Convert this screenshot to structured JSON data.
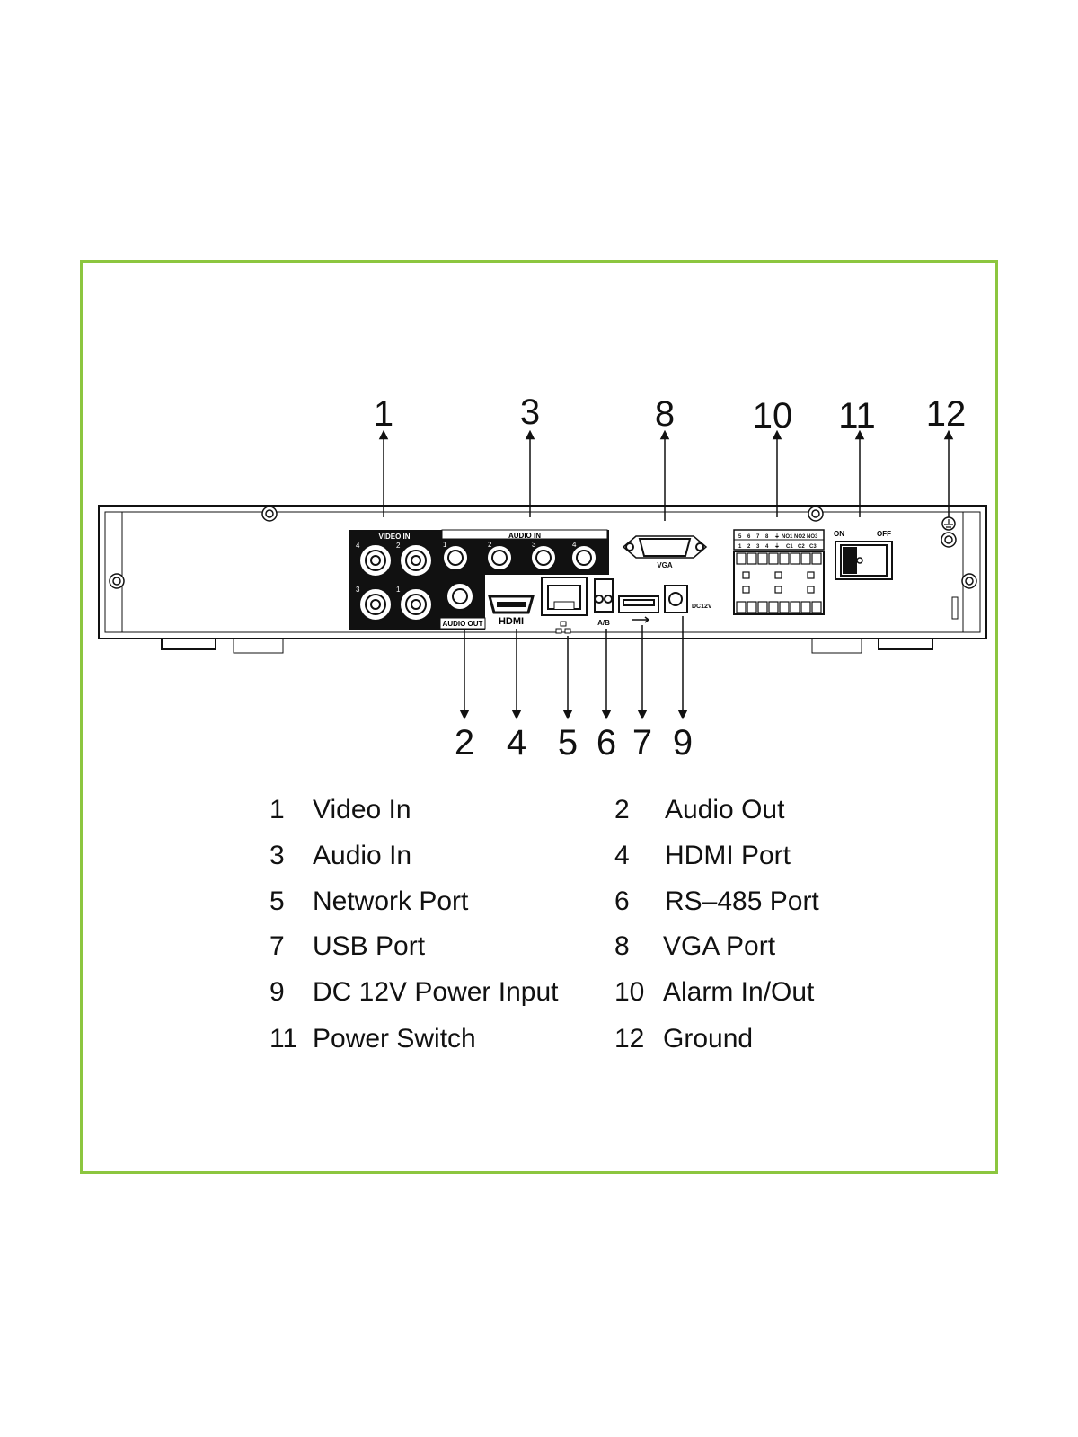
{
  "device_labels": {
    "video_in": "VIDEO IN",
    "audio_in": "AUDIO IN",
    "audio_out": "AUDIO OUT",
    "hdmi": "HDMI",
    "vga": "VGA",
    "ab": "A/B",
    "dc12v": "DC12V",
    "on": "ON",
    "off": "OFF",
    "video_ch": [
      "4",
      "2",
      "3",
      "1"
    ],
    "audio_ch": [
      "1",
      "2",
      "3",
      "4"
    ],
    "alarm_top": [
      "5",
      "6",
      "7",
      "8",
      "⏚",
      "NO1",
      "NO2",
      "NO3"
    ],
    "alarm_bottom": [
      "1",
      "2",
      "3",
      "4",
      "⏚",
      "C1",
      "C2",
      "C3"
    ]
  },
  "callouts_top": [
    "1",
    "3",
    "8",
    "10",
    "11",
    "12"
  ],
  "callouts_bottom": [
    "2",
    "4",
    "5",
    "6",
    "7",
    "9"
  ],
  "legend": {
    "left": [
      {
        "num": "1",
        "label": "Video In"
      },
      {
        "num": "3",
        "label": "Audio In"
      },
      {
        "num": "5",
        "label": "Network Port"
      },
      {
        "num": "7",
        "label": "USB Port"
      },
      {
        "num": "9",
        "label": "DC 12V Power Input"
      },
      {
        "num": "11",
        "label": "Power Switch"
      }
    ],
    "right": [
      {
        "num": "2",
        "label": "Audio Out"
      },
      {
        "num": "4",
        "label": "HDMI Port"
      },
      {
        "num": "6",
        "label": "RS–485 Port"
      },
      {
        "num": "8",
        "label": "VGA Port"
      },
      {
        "num": "10",
        "label": "Alarm In/Out"
      },
      {
        "num": "12",
        "label": "Ground"
      }
    ]
  },
  "colors": {
    "frame": "#8cc63f",
    "line": "#111111"
  }
}
